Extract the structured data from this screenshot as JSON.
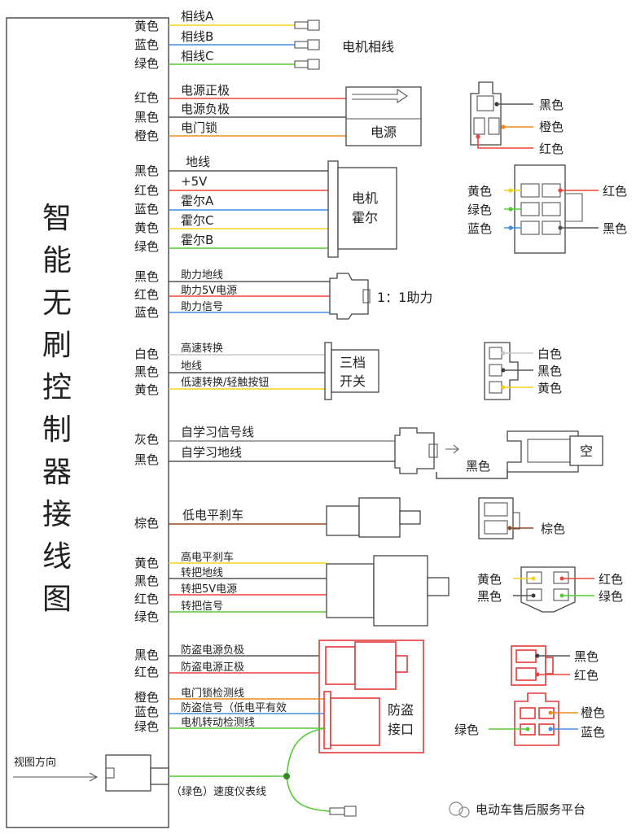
{
  "title_chars": [
    "智",
    "能",
    "无",
    "刷",
    "控",
    "制",
    "器",
    "接",
    "线",
    "图"
  ],
  "colors": {
    "yellow": "#f2d21b",
    "blue": "#3f8fe0",
    "green": "#55cc33",
    "red": "#e8463c",
    "black": "#555555",
    "orange": "#f08a1c",
    "white": "#c8c8c8",
    "gray": "#888888",
    "brown": "#8b4a2b",
    "alarm": "#e23a3a"
  },
  "groups": {
    "phase": {
      "color_labels": [
        "黄色",
        "蓝色",
        "绿色"
      ],
      "wire_labels": [
        "相线A",
        "相线B",
        "相线C"
      ],
      "device": "电机相线"
    },
    "power": {
      "color_labels": [
        "红色",
        "黑色",
        "橙色"
      ],
      "wire_labels": [
        "电源正极",
        "电源负极",
        "电门锁"
      ],
      "device": "电源",
      "connector_labels": [
        "黑色",
        "橙色",
        "红色"
      ]
    },
    "hall": {
      "color_labels": [
        "黑色",
        "红色",
        "蓝色",
        "黄色",
        "绿色"
      ],
      "wire_labels": [
        "地线",
        "+5V",
        "霍尔A",
        "霍尔C",
        "霍尔B"
      ],
      "device_line1": "电机",
      "device_line2": "霍尔",
      "connector_left": [
        "黄色",
        "绿色",
        "蓝色"
      ],
      "connector_right": [
        "红色",
        "黑色"
      ]
    },
    "assist": {
      "color_labels": [
        "黑色",
        "红色",
        "蓝色"
      ],
      "wire_labels": [
        "助力地线",
        "助力5V电源",
        "助力信号"
      ],
      "device": "1：1助力"
    },
    "gear": {
      "color_labels": [
        "白色",
        "黑色",
        "黄色"
      ],
      "wire_labels": [
        "高速转换",
        "地线",
        "低速转换/轻触按钮"
      ],
      "device_line1": "三档",
      "device_line2": "开关",
      "connector_labels": [
        "白色",
        "黑色",
        "黄色"
      ]
    },
    "learn": {
      "color_labels": [
        "灰色",
        "黑色"
      ],
      "wire_labels": [
        "自学习信号线",
        "自学习地线"
      ],
      "connector_label": "黑色",
      "empty_label": "空"
    },
    "brake_low": {
      "color_labels": [
        "棕色"
      ],
      "wire_labels": [
        "低电平刹车"
      ],
      "connector_label": "棕色"
    },
    "throttle": {
      "color_labels": [
        "黄色",
        "黑色",
        "红色",
        "绿色"
      ],
      "wire_labels": [
        "高电平刹车",
        "转把地线",
        "转把5V电源",
        "转把信号"
      ],
      "connector_left": [
        "黄色",
        "黑色"
      ],
      "connector_right": [
        "红色",
        "绿色"
      ]
    },
    "alarm_power": {
      "color_labels": [
        "黑色",
        "红色"
      ],
      "wire_labels": [
        "防盗电源负极",
        "防盗电源正极"
      ],
      "connector_labels": [
        "黑色",
        "红色"
      ]
    },
    "alarm_signal": {
      "color_labels": [
        "橙色",
        "蓝色",
        "绿色"
      ],
      "wire_labels": [
        "电门锁检测线",
        "防盗信号（低电平有效",
        "电机转动检测线"
      ],
      "device_line1": "防盗",
      "device_line2": "接口",
      "connector_left": "绿色",
      "connector_right": [
        "橙色",
        "蓝色"
      ]
    },
    "speed": {
      "view_label": "视图方向",
      "wire_label": "（绿色）速度仪表线"
    }
  },
  "watermark": "电动车售后服务平台"
}
